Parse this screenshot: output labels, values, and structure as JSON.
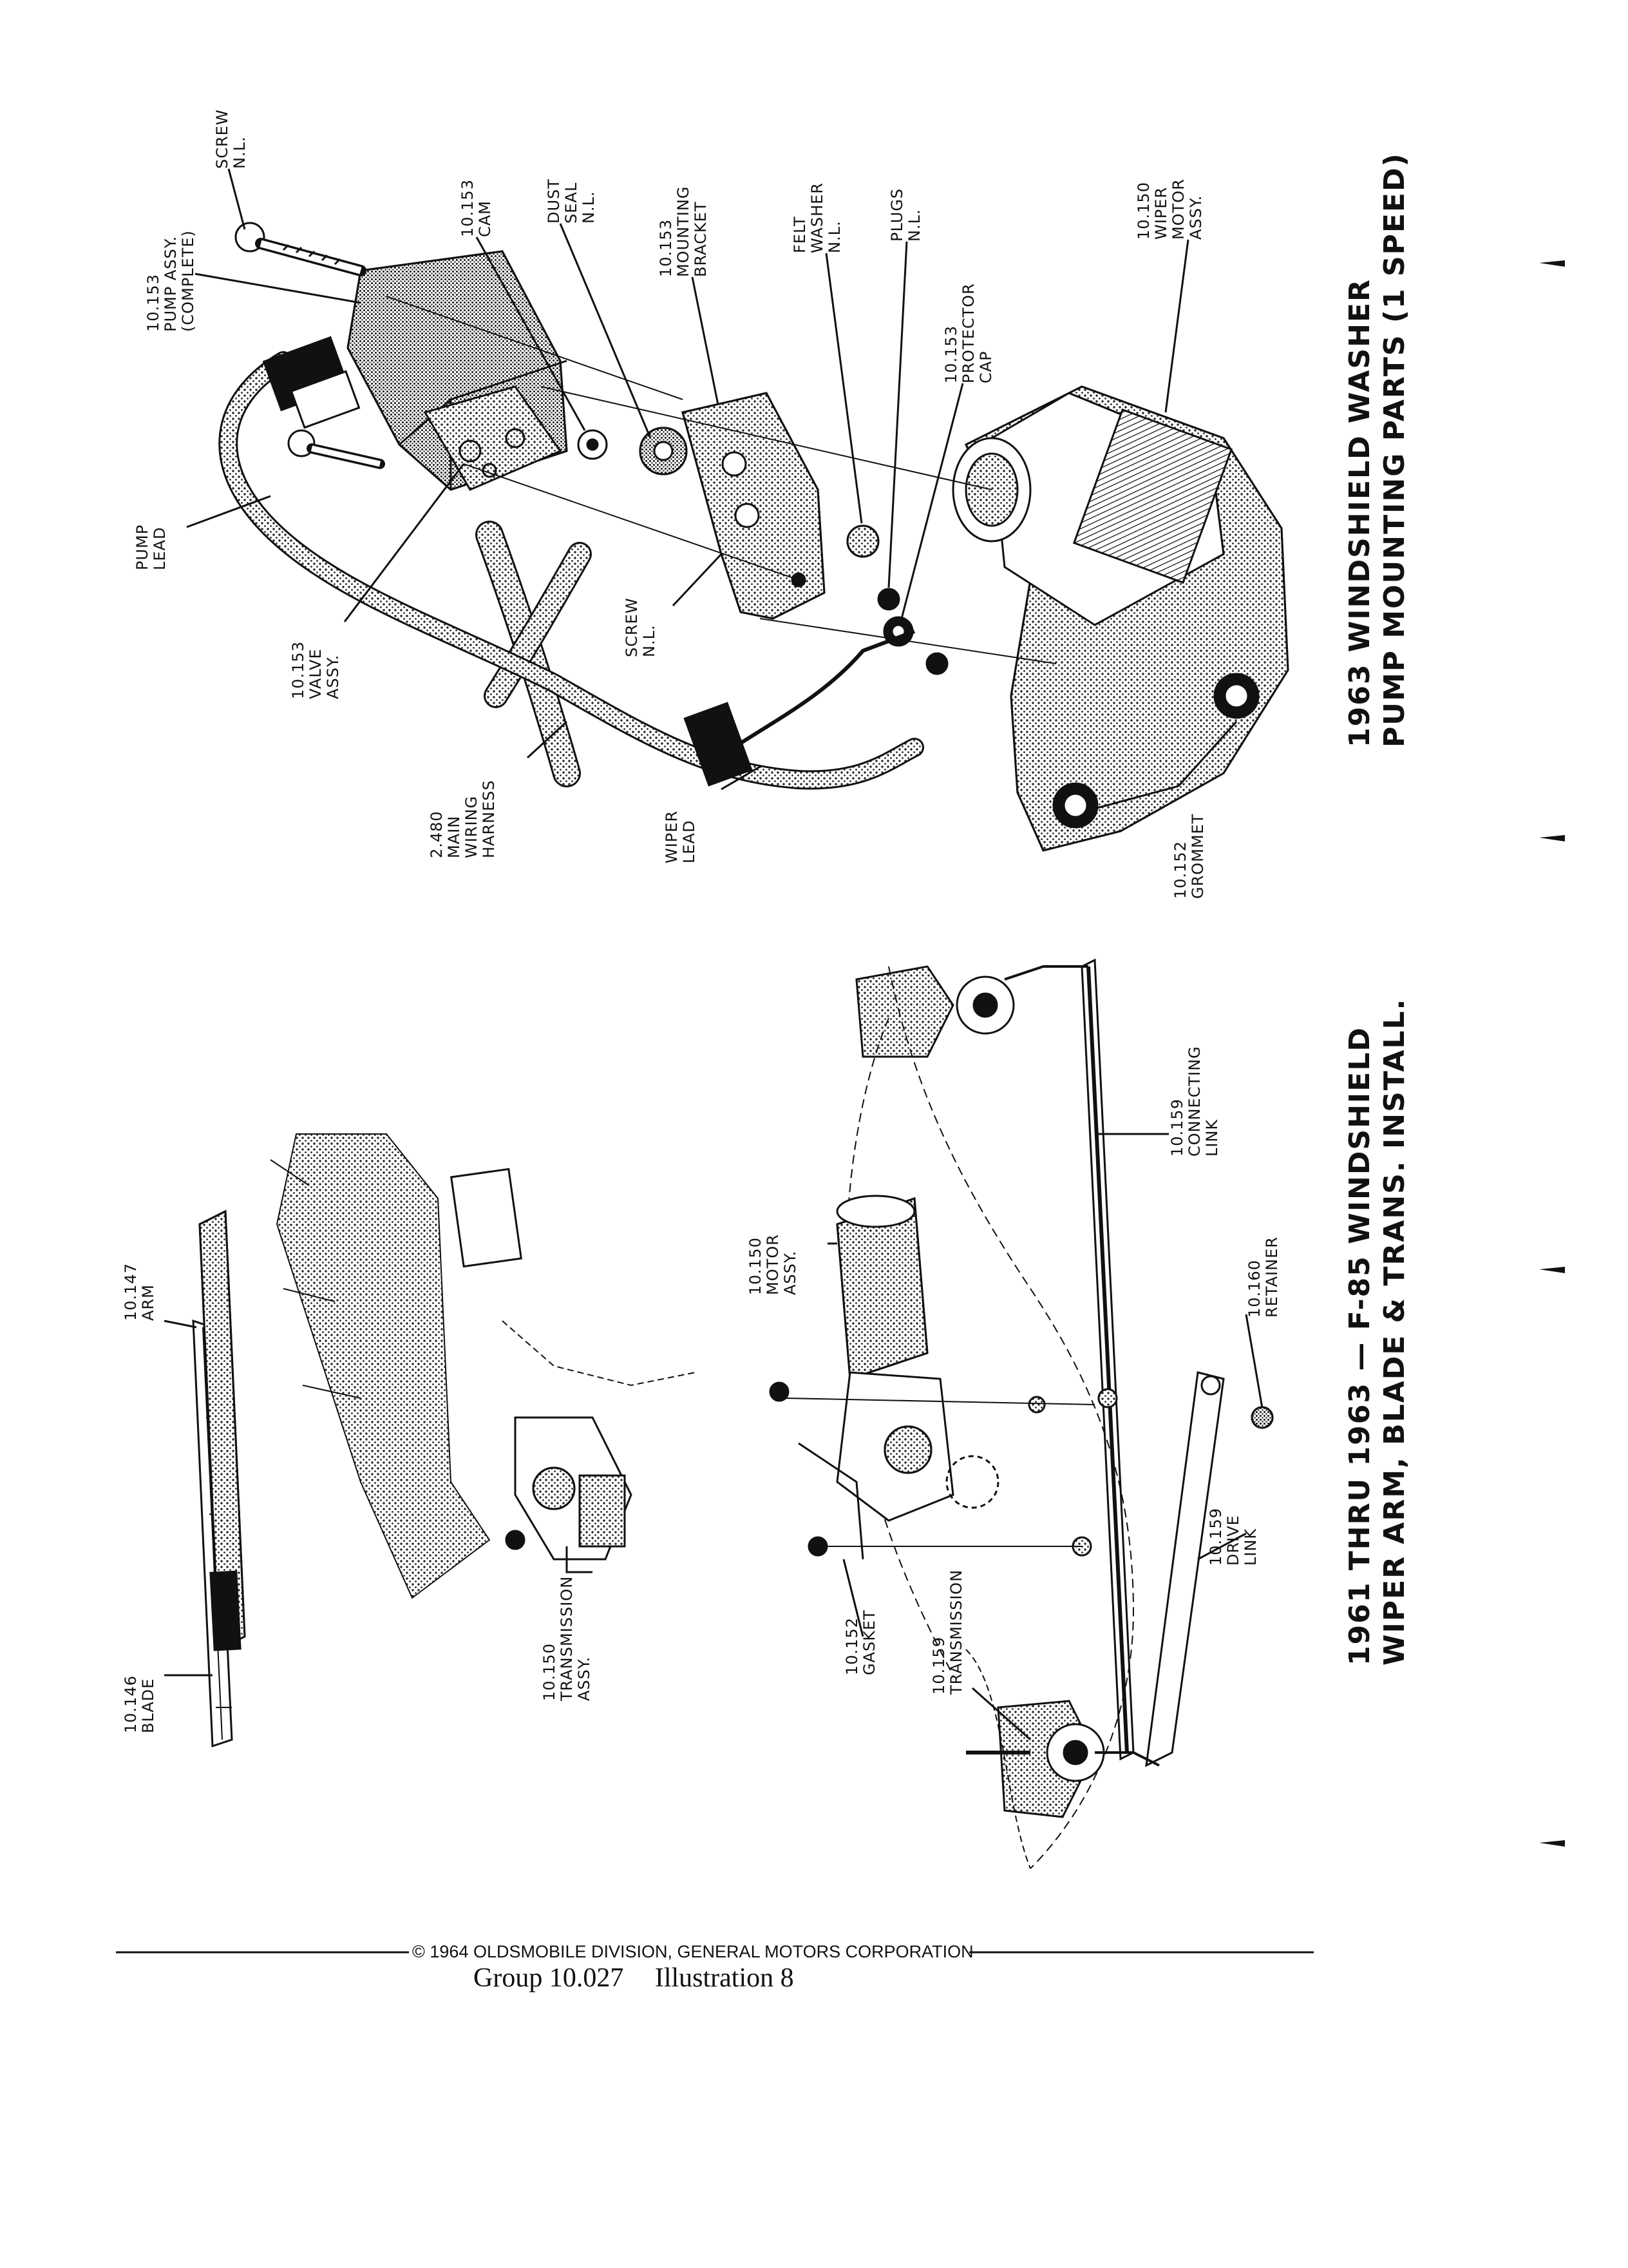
{
  "diagrams": {
    "washer": {
      "title_line1": "1963 WINDSHIELD WASHER",
      "title_line2": "PUMP MOUNTING PARTS (1 SPEED)",
      "callouts": {
        "screw_top": [
          "SCREW",
          "N.L."
        ],
        "pump_assy": [
          "10.153",
          "PUMP ASSY.",
          "(COMPLETE)"
        ],
        "cam": [
          "10.153",
          "CAM"
        ],
        "dust_seal": [
          "DUST",
          "SEAL",
          "N.L."
        ],
        "mounting_bracket": [
          "10.153",
          "MOUNTING",
          "BRACKET"
        ],
        "felt_washer": [
          "FELT",
          "WASHER",
          "N.L."
        ],
        "plugs": [
          "PLUGS",
          "N.L."
        ],
        "protector_cap": [
          "10.153",
          "PROTECTOR",
          "CAP"
        ],
        "wiper_motor": [
          "10.150",
          "WIPER",
          "MOTOR",
          "ASSY."
        ],
        "pump_lead": [
          "PUMP",
          "LEAD"
        ],
        "valve_assy": [
          "10.153",
          "VALVE",
          "ASSY."
        ],
        "screw_mid": [
          "SCREW",
          "N.L."
        ],
        "main_harness": [
          "2.480",
          "MAIN",
          "WIRING",
          "HARNESS"
        ],
        "wiper_lead": [
          "WIPER",
          "LEAD"
        ],
        "grommet": [
          "10.152",
          "GROMMET"
        ]
      }
    },
    "wiper": {
      "title_line1": "1961 THRU 1963 — F-85 WINDSHIELD",
      "title_line2": "WIPER ARM, BLADE & TRANS. INSTALL.",
      "callouts": {
        "arm": [
          "10.147",
          "ARM"
        ],
        "blade": [
          "10.146",
          "BLADE"
        ],
        "transmission_top": [
          "10.150",
          "TRANSMISSION",
          "ASSY."
        ],
        "motor": [
          "10.150",
          "MOTOR",
          "ASSY."
        ],
        "connecting_link": [
          "10.159",
          "CONNECTING",
          "LINK"
        ],
        "retainer": [
          "10.160",
          "RETAINER"
        ],
        "drive_link": [
          "10.159",
          "DRIVE",
          "LINK"
        ],
        "gasket": [
          "10.152",
          "GASKET"
        ],
        "transmission_bottom": [
          "10.159",
          "TRANSMISSION"
        ]
      }
    }
  },
  "copyright": "© 1964 OLDSMOBILE DIVISION, GENERAL MOTORS CORPORATION",
  "footer": {
    "group": "Group 10.027",
    "illustration": "Illustration 8"
  }
}
